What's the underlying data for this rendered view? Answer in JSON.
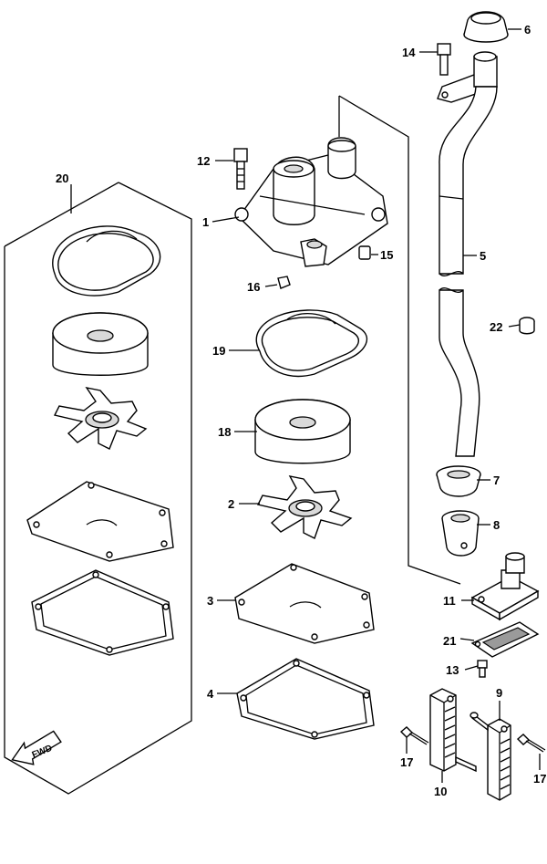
{
  "labels": {
    "p1": "1",
    "p2": "2",
    "p3": "3",
    "p4": "4",
    "p5": "5",
    "p6": "6",
    "p7": "7",
    "p8": "8",
    "p9": "9",
    "p10": "10",
    "p11": "11",
    "p12": "12",
    "p13": "13",
    "p14": "14",
    "p15": "15",
    "p16": "16",
    "p17a": "17",
    "p17b": "17",
    "p18": "18",
    "p19": "19",
    "p20": "20",
    "p21": "21",
    "p22": "22"
  },
  "fwd": "FWD"
}
